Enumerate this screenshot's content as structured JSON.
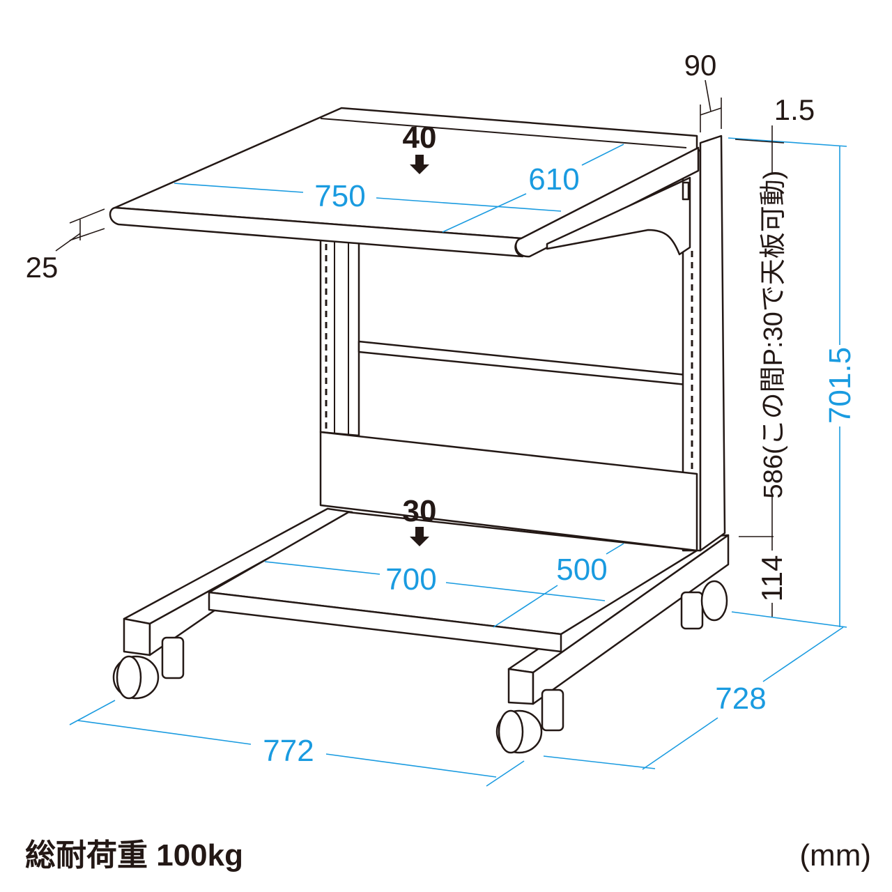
{
  "dimensions": {
    "top_width": "750",
    "top_depth": "610",
    "top_thickness": "25",
    "upright_width": "90",
    "panel_thickness": "1.5",
    "adjustable_range": "586(この間P:30で天板可動)",
    "base_height": "114",
    "total_height": "701.5",
    "bottom_width": "700",
    "bottom_depth": "500",
    "overall_width": "772",
    "overall_depth": "728"
  },
  "loads": {
    "top_shelf": "40",
    "bottom_shelf": "30"
  },
  "footer": {
    "total_load": "総耐荷重 100kg",
    "unit": "(mm)"
  },
  "colors": {
    "dimension": "#1a9be0",
    "line": "#231815"
  }
}
